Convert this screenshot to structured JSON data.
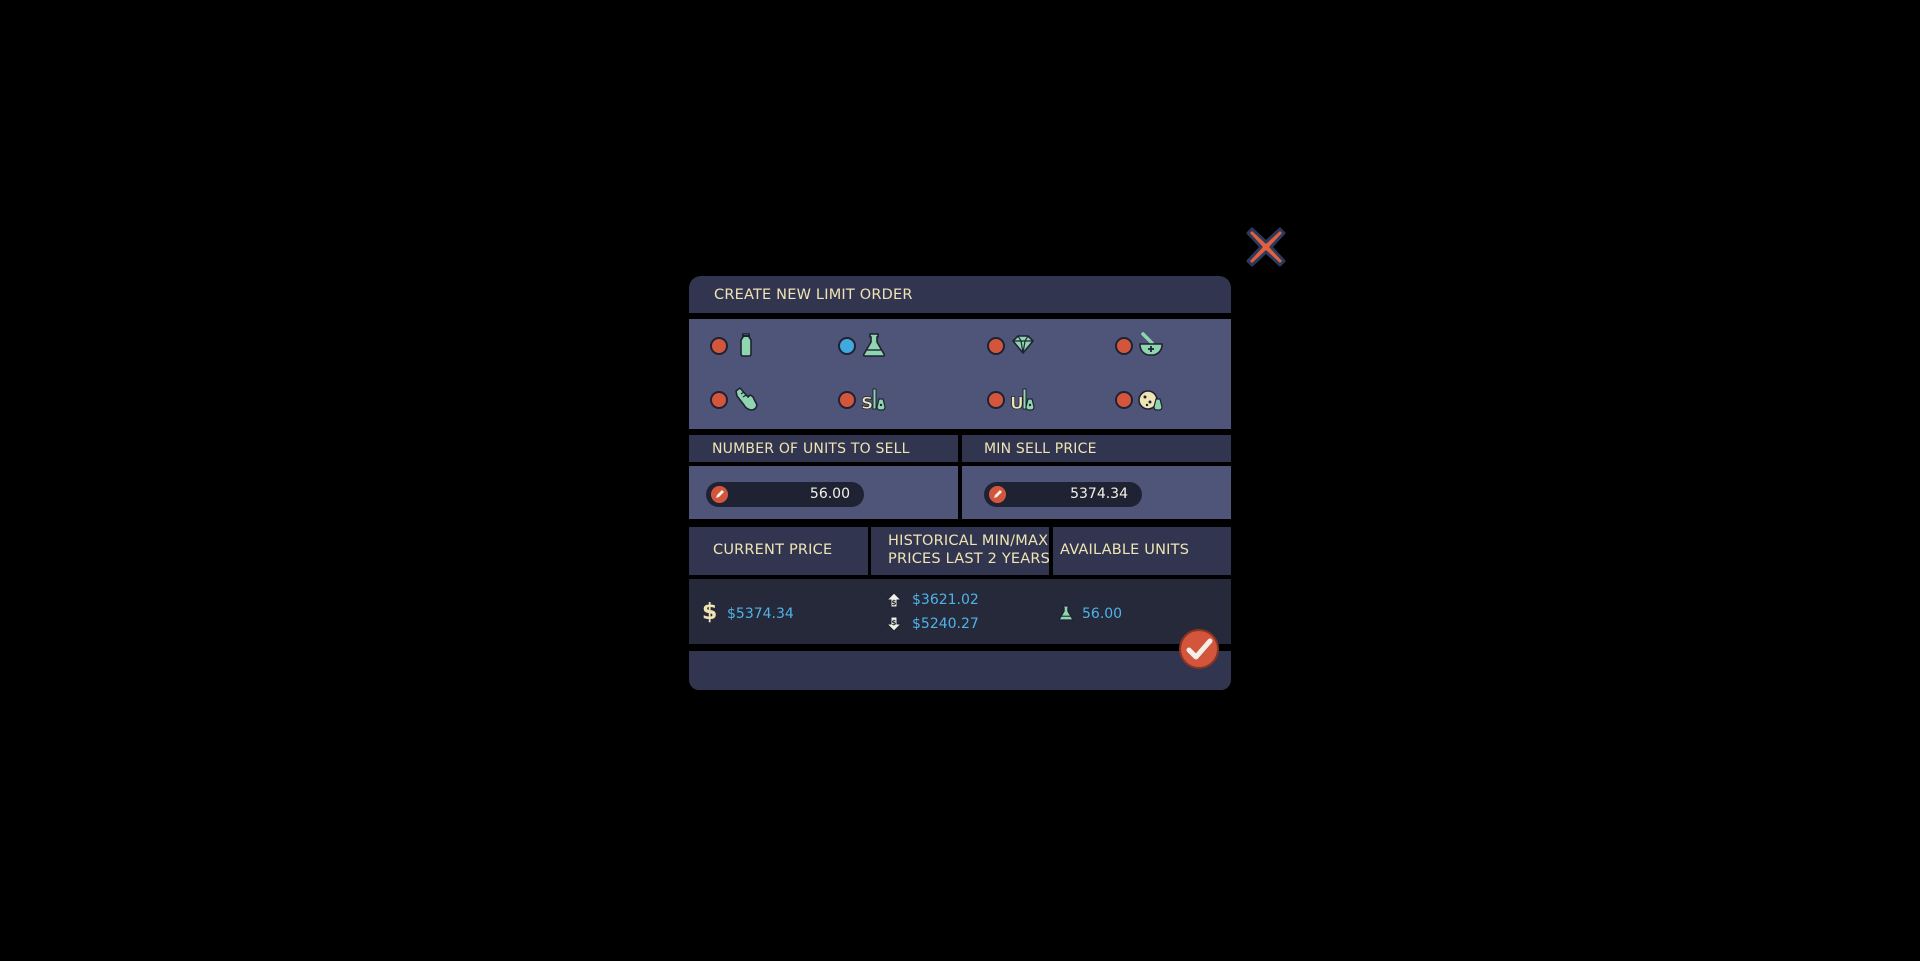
{
  "dialog": {
    "title": "CREATE NEW LIMIT ORDER"
  },
  "assets": [
    {
      "name": "vase-icon",
      "selected": false
    },
    {
      "name": "flask-icon",
      "selected": true
    },
    {
      "name": "diamond-icon",
      "selected": false
    },
    {
      "name": "mortar-pestle-icon",
      "selected": false
    },
    {
      "name": "hand-icon",
      "selected": false
    },
    {
      "name": "silver-icon",
      "selected": false
    },
    {
      "name": "uranium-icon",
      "selected": false
    },
    {
      "name": "cookie-icon",
      "selected": false
    }
  ],
  "units": {
    "label": "NUMBER OF UNITS TO SELL",
    "value": "56.00"
  },
  "price": {
    "label": "MIN SELL PRICE",
    "value": "5374.34"
  },
  "stats": {
    "current_label": "CURRENT PRICE",
    "historical_label_1": "HISTORICAL MIN/MAX",
    "historical_label_2": "PRICES LAST 2 YEARS",
    "available_label": "AVAILABLE UNITS",
    "current_value": "$5374.34",
    "max_value": "$3621.02",
    "min_value": "$5240.27",
    "available_value": "56.00"
  },
  "colors": {
    "accent": "#d3563c",
    "selected": "#3fa9e0",
    "value_text": "#4fb3e8",
    "label_text": "#efe4b4",
    "icon_green": "#8fd6b0"
  }
}
